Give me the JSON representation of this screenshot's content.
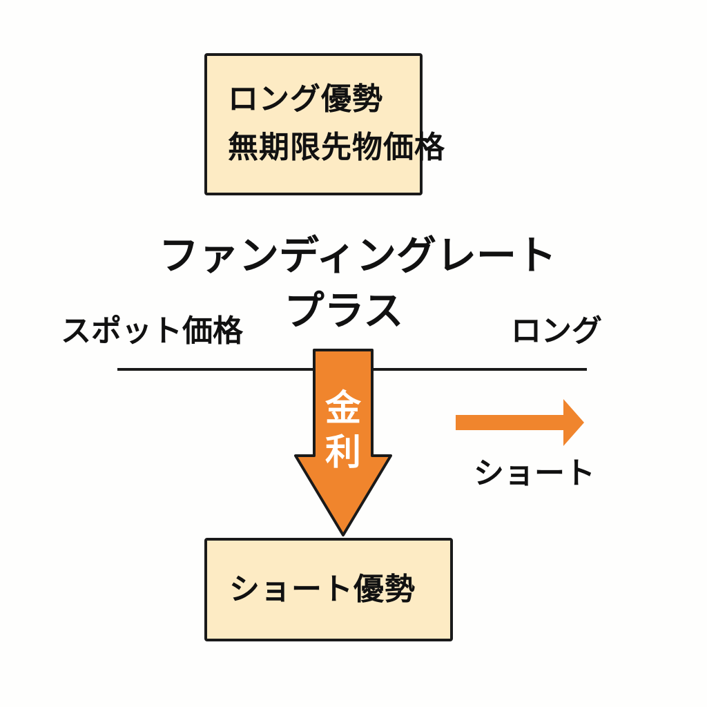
{
  "top_box": {
    "line1": "ロング優勢",
    "line2": "無期限先物価格"
  },
  "funding_rate": {
    "line1": "ファンディングレート",
    "line2": "プラス"
  },
  "axis": {
    "left_label": "スポット価格",
    "right_label": "ロング"
  },
  "down_arrow": {
    "char1": "金",
    "char2": "利"
  },
  "right_arrow": {
    "label": "ショート"
  },
  "bottom_box": {
    "text": "ショート優勢"
  },
  "colors": {
    "box_fill": "#fdebc4",
    "arrow_orange": "#f0852d",
    "outline": "#1a1a1a"
  }
}
